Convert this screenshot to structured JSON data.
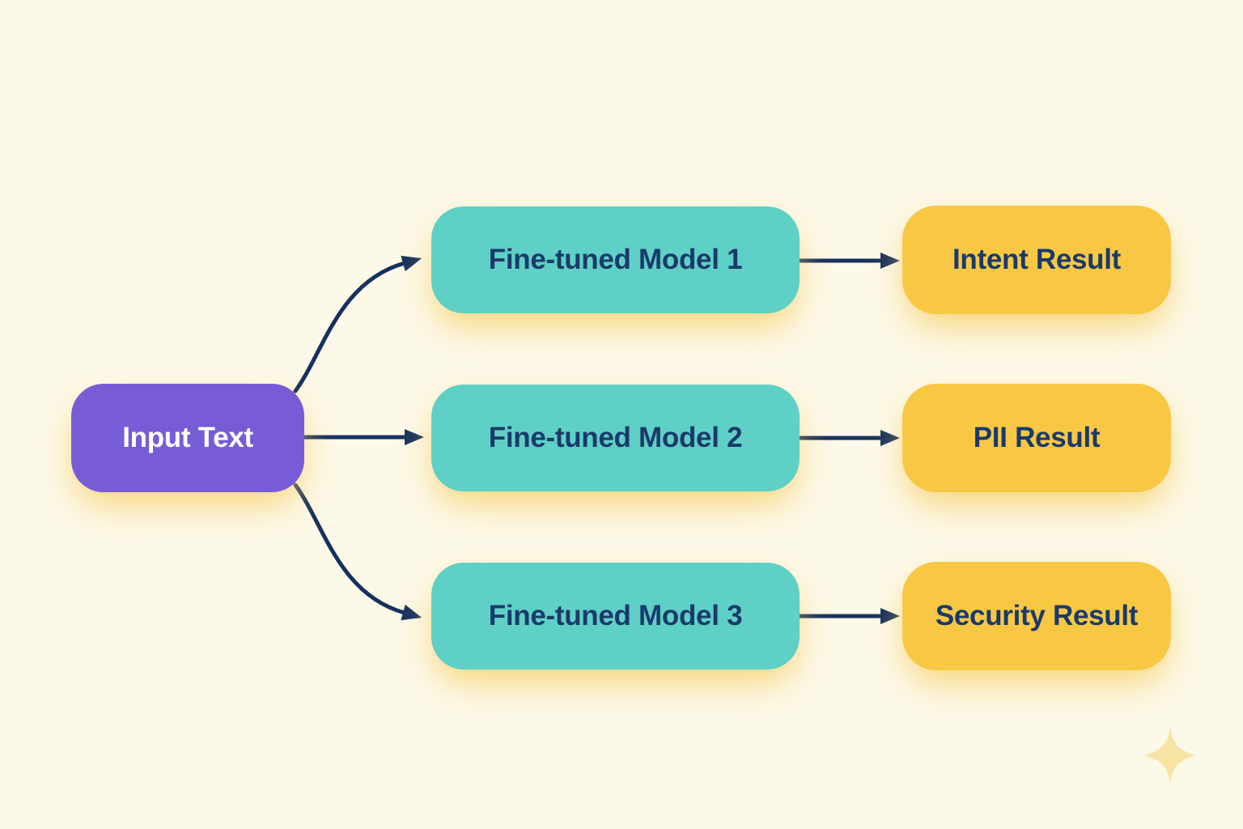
{
  "diagram": {
    "input_node": {
      "label": "Input Text"
    },
    "model_nodes": [
      {
        "label": "Fine-tuned Model 1"
      },
      {
        "label": "Fine-tuned Model 2"
      },
      {
        "label": "Fine-tuned Model 3"
      }
    ],
    "result_nodes": [
      {
        "label": "Intent Result"
      },
      {
        "label": "PII Result"
      },
      {
        "label": "Security Result"
      }
    ],
    "colors": {
      "background": "#FDF9E9",
      "input-bg": "#785CD6",
      "input-text": "#FFFFFF",
      "model-bg": "#5FD0C5",
      "result-bg": "#F8C844",
      "node-text": "#1A3A6B",
      "arrow": "#16315E",
      "glow": "rgba(246,205,95,0.85)",
      "sparkle": "#F7E4A4"
    }
  }
}
